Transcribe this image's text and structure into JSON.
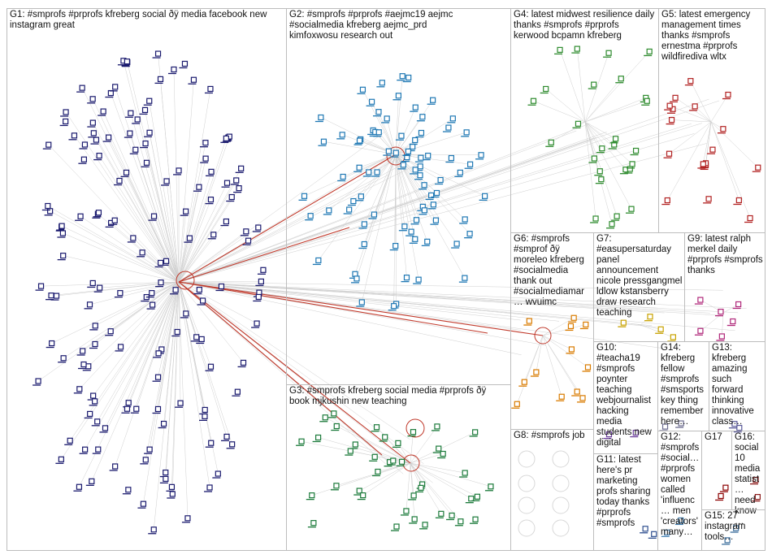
{
  "window_title": "#smprofs network graph",
  "colors": {
    "edge": "#cfcfcf",
    "edge_highlight": "#c0392b",
    "pane_border": "#bdbdbd",
    "node_fill": "#ffffff"
  },
  "groups": [
    {
      "id": "G1",
      "title": "G1: #smprofs #prprofs kfreberg social ðÿ media facebook new instagram great",
      "color": "#1a1a6e"
    },
    {
      "id": "G2",
      "title": "G2: #smprofs #prprofs #aejmc19 aejmc #socialmedia kfreberg aejmc_prd kimfoxwosu research out",
      "color": "#1f78b4"
    },
    {
      "id": "G3",
      "title": "G3: #smprofs kfreberg social media #prprofs ðÿ book mjkushin new teaching",
      "color": "#1b7a3a"
    },
    {
      "id": "G4",
      "title": "G4: latest midwest resilience daily thanks #smprofs #prprofs kerwood bcpamn kfreberg",
      "color": "#2e8b2e"
    },
    {
      "id": "G5",
      "title": "G5: latest emergency management times thanks #smprofs ernestma #prprofs wildfirediva wltx",
      "color": "#b22222"
    },
    {
      "id": "G6",
      "title": "G6: #smprofs #smprof ðÿ moreleo kfreberg #socialmedia thank out #socialmediamar… wvuimc",
      "color": "#d97b00"
    },
    {
      "id": "G7",
      "title": "G7: #easupersaturday panel announcement nicole pressgangmel ldlow kstansberry draw research teaching",
      "color": "#c8a200"
    },
    {
      "id": "G8",
      "title": "G8: #smprofs job",
      "color": "#7a7a7a"
    },
    {
      "id": "G9",
      "title": "G9: latest ralph merkel daily #prprofs #smprofs thanks",
      "color": "#b0287a"
    },
    {
      "id": "G10",
      "title": "G10: #teacha19 #smprofs poynter teaching webjournalist hacking media students new digital",
      "color": "#6a3d9a"
    },
    {
      "id": "G11",
      "title": "G11: latest here's pr marketing profs sharing today thanks #prprofs #smprofs",
      "color": "#2f4f8f"
    },
    {
      "id": "G12",
      "title": "G12: #smprofs #social… #prprofs women called 'influenc… men 'creators' many…",
      "color": "#4682b4"
    },
    {
      "id": "G13",
      "title": "G13: kfreberg amazing such forward thinking innovative class…",
      "color": "#5a5a9a"
    },
    {
      "id": "G14",
      "title": "G14: kfreberg fellow #smprofs #smsports key thing remember here…",
      "color": "#6b6b8e"
    },
    {
      "id": "G15",
      "title": "G15: 27 instagram tools…",
      "color": "#3c6e9c"
    },
    {
      "id": "G16",
      "title": "G16: social 10 media statist… need know…",
      "color": "#8b1a1a"
    },
    {
      "id": "G17",
      "title": "G17",
      "color": "#8b0000"
    }
  ]
}
